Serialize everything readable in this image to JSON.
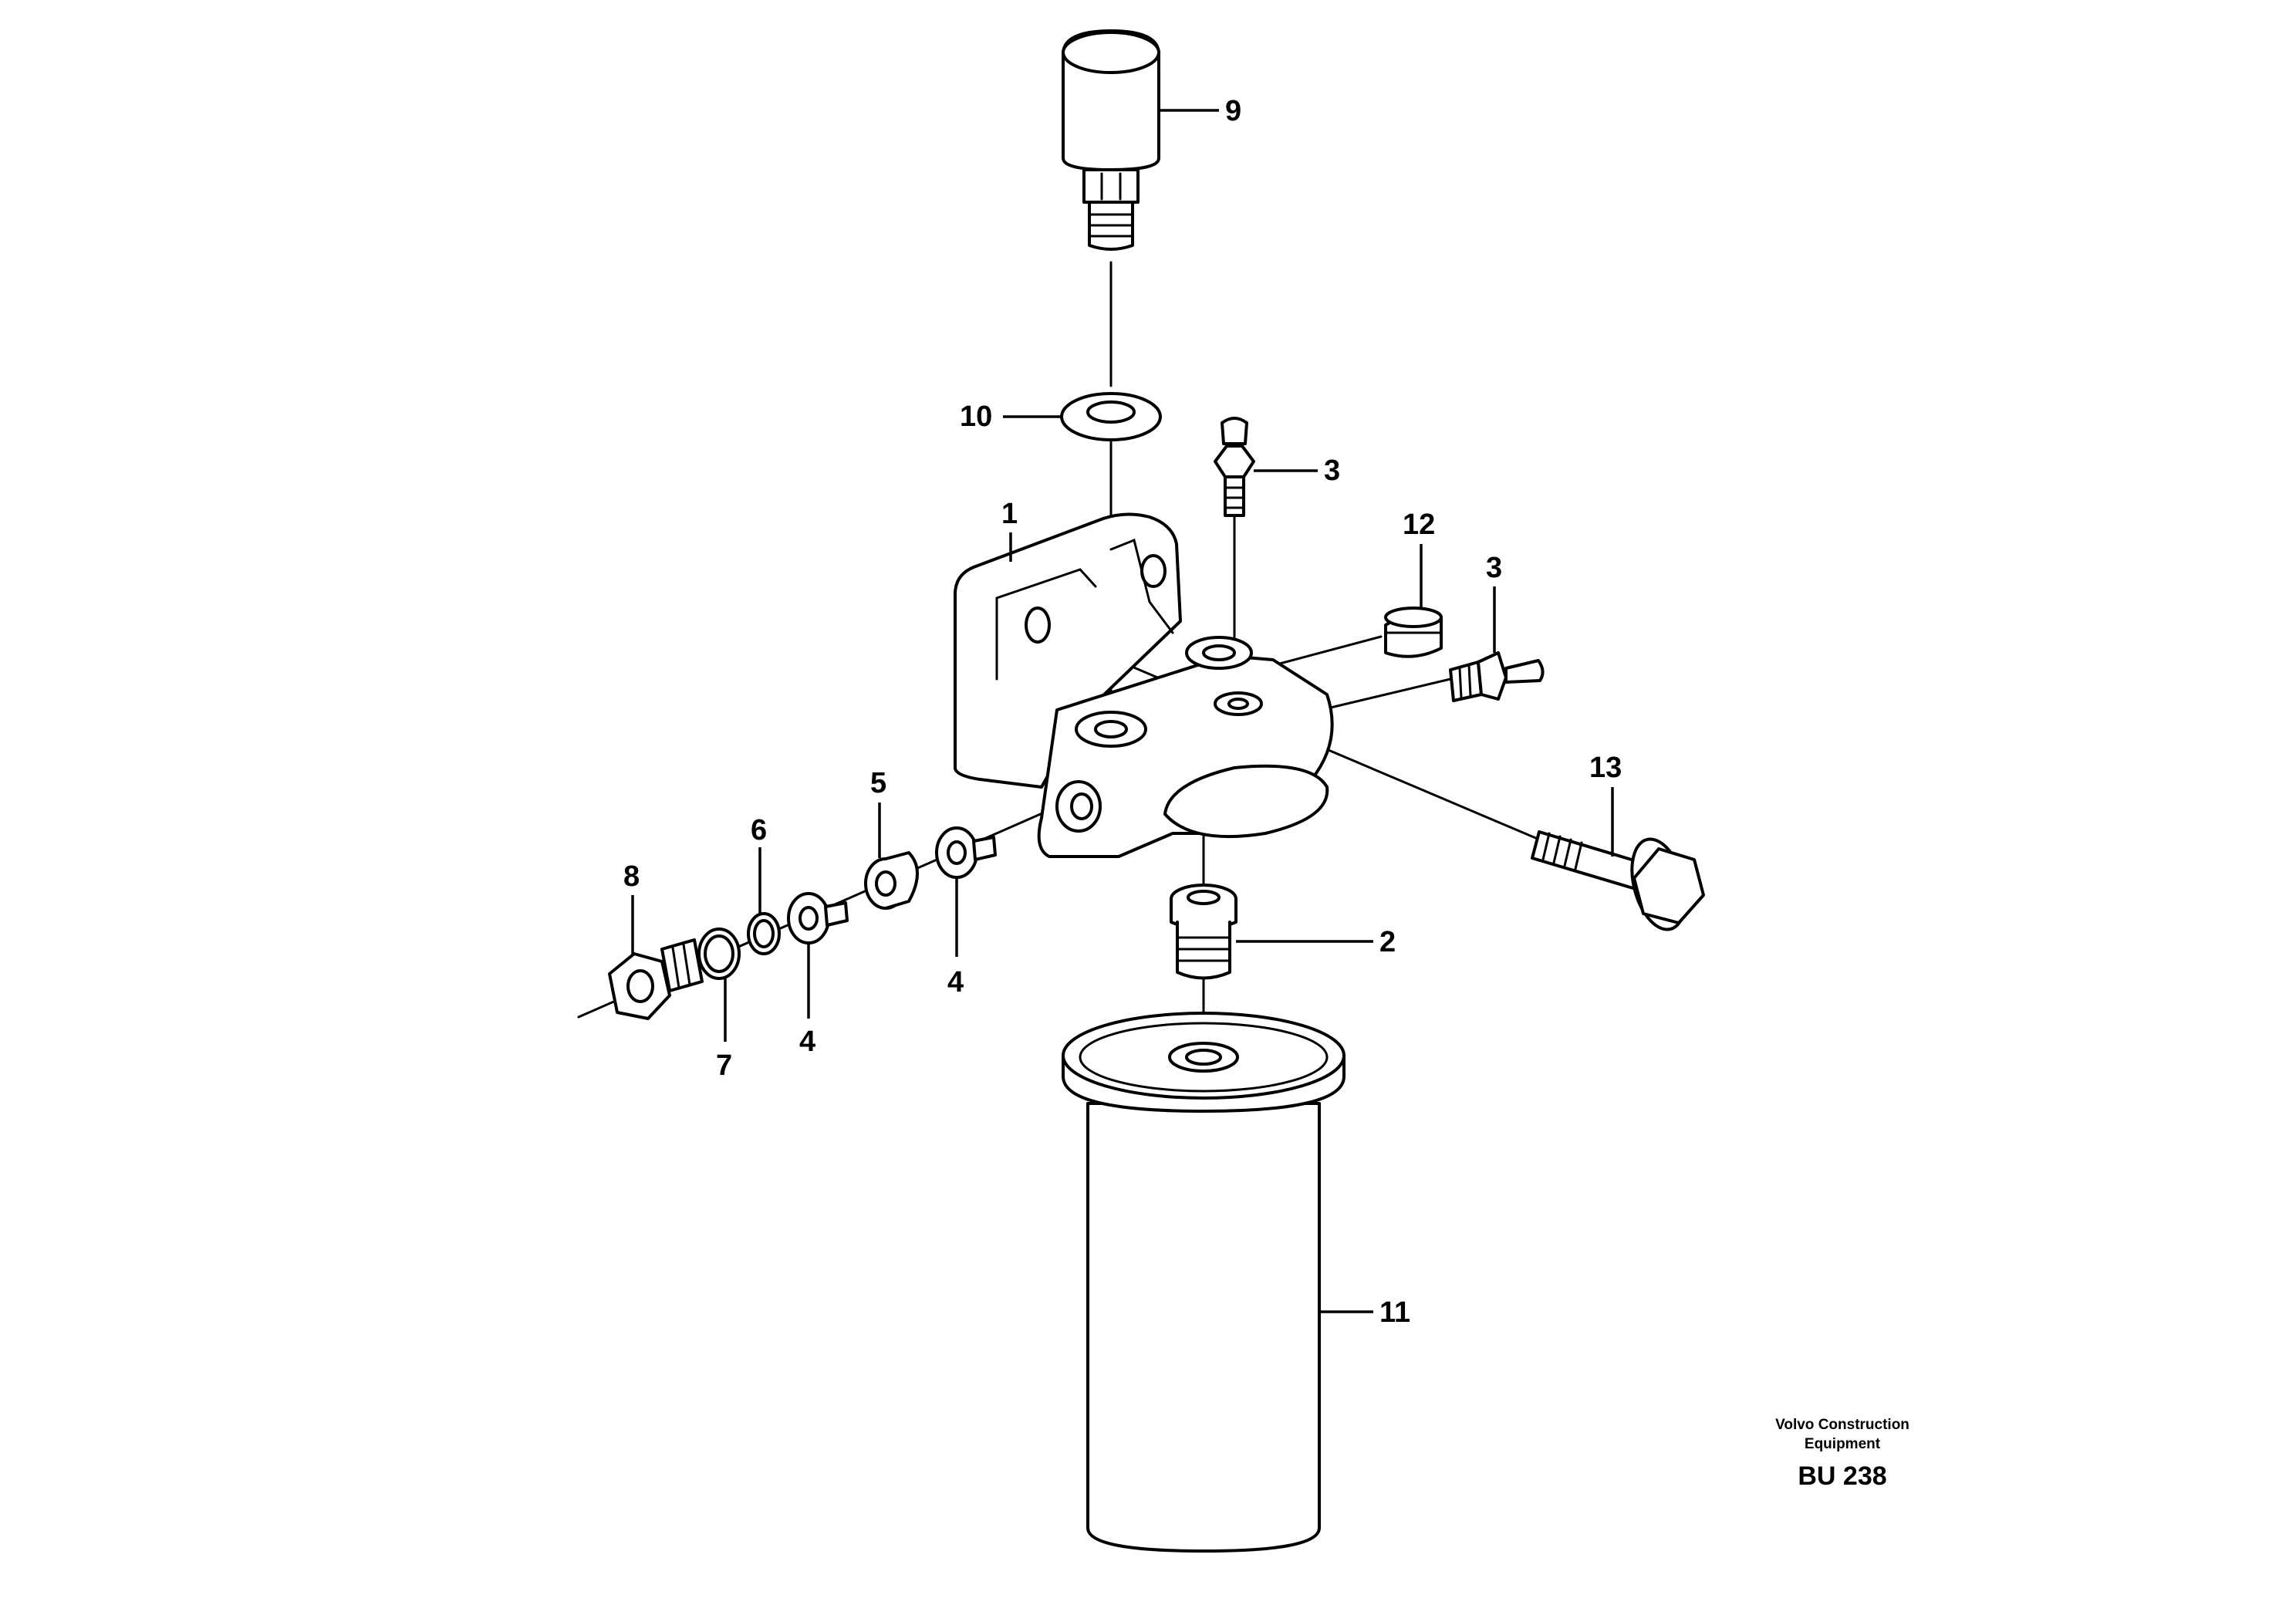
{
  "callouts": {
    "c1": "1",
    "c2": "2",
    "c3a": "3",
    "c3b": "3",
    "c4a": "4",
    "c4b": "4",
    "c5": "5",
    "c6": "6",
    "c7": "7",
    "c8": "8",
    "c9": "9",
    "c10": "10",
    "c11": "11",
    "c12": "12",
    "c13": "13"
  },
  "footer": {
    "maker_line1": "Volvo Construction",
    "maker_line2": "Equipment",
    "code": "BU 238"
  }
}
